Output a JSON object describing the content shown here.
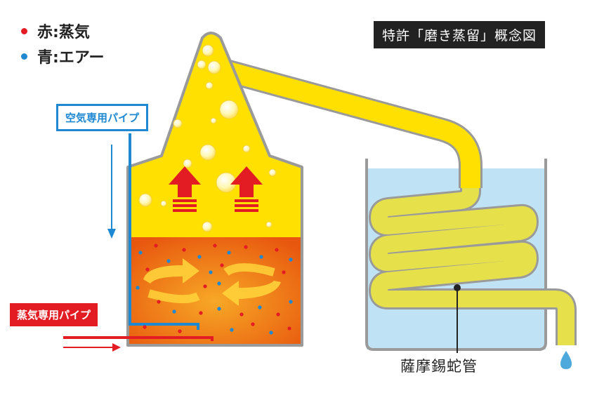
{
  "legend": [
    {
      "marker": "赤:",
      "text": "蒸気",
      "color": "#e31b23"
    },
    {
      "marker": "青:",
      "text": "エアー",
      "color": "#1e88d2"
    }
  ],
  "title": "特許「磨き蒸留」概念図",
  "labels": {
    "air_pipe": "空気専用パイプ",
    "steam_pipe": "蒸気専用パイプ",
    "coil": "薩摩錫蛇管"
  },
  "colors": {
    "steam": "#e31b23",
    "air": "#1e88d2",
    "still_body": "#ffe000",
    "liquid": "#f07a12",
    "water": "#bfe3f4",
    "coil": "#e6e14a"
  }
}
